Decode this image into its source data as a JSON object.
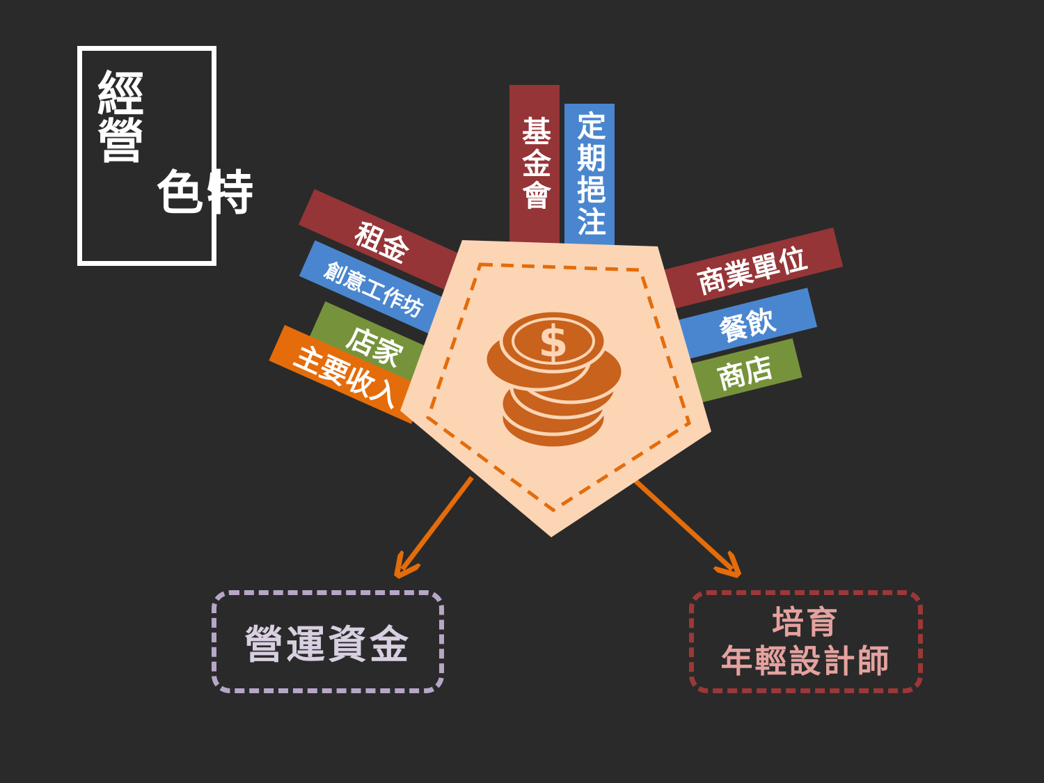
{
  "title": {
    "line1": "經營",
    "line2": "特色"
  },
  "center_icon": "dollar-coin-stack-icon",
  "top_tags": [
    {
      "label": "基金會",
      "color": "#953537"
    },
    {
      "label": "定期挹注",
      "color": "#4a86cf"
    }
  ],
  "left_tags": [
    {
      "label": "租金",
      "color": "#953537"
    },
    {
      "label": "創意工作坊",
      "color": "#4a86cf"
    },
    {
      "label": "店家",
      "color": "#76933c"
    },
    {
      "label": "主要收入",
      "color": "#e46c0a"
    }
  ],
  "right_tags": [
    {
      "label": "商業單位",
      "color": "#953537"
    },
    {
      "label": "餐飲",
      "color": "#4a86cf"
    },
    {
      "label": "商店",
      "color": "#76933c"
    }
  ],
  "outcomes": [
    {
      "label": "營運資金"
    },
    {
      "line1": "培育",
      "line2": "年輕設計師"
    }
  ],
  "colors": {
    "background": "#2a2a2a",
    "pentagon_fill": "#fcd5b5",
    "accent_orange": "#e46c0a",
    "coin": "#c8621c"
  }
}
